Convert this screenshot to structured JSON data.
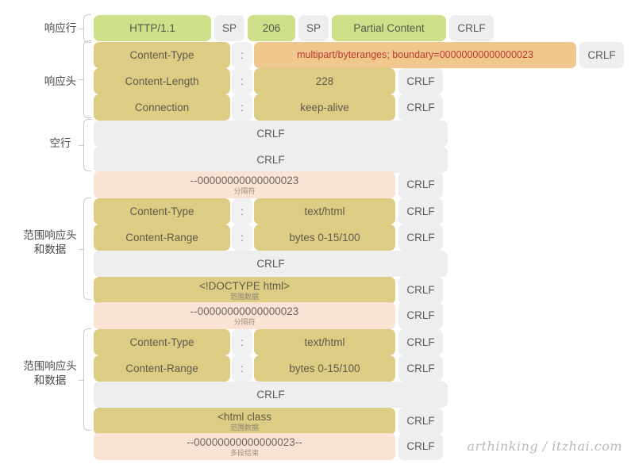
{
  "diagram": {
    "title": "HTTP 206 Partial Content multipart/byteranges response structure",
    "watermark": "arthinking / itzhai.com",
    "colors": {
      "green": "#cfe08a",
      "khaki": "#ddcd84",
      "gray": "#eeeeee",
      "peach": "#fae3d4",
      "orange_highlight": "#f0c88f",
      "highlight_text": "#c0392b",
      "bracket": "#c9c9c9"
    },
    "groups": [
      {
        "id": "response-line",
        "label": "响应行"
      },
      {
        "id": "response-headers",
        "label": "响应头"
      },
      {
        "id": "blank-line",
        "label": "空行"
      },
      {
        "id": "range-part-1",
        "label": "范围响应头\n和数据"
      },
      {
        "id": "range-part-2",
        "label": "范围响应头\n和数据"
      }
    ],
    "group_labels": {
      "response_line": "响应行",
      "response_headers": "响应头",
      "blank_line": "空行",
      "range_block_line1": "范围响应头",
      "range_block_line2": "和数据"
    },
    "tokens": {
      "sp": "SP",
      "crlf": "CRLF",
      "colon": ":"
    },
    "sublabels": {
      "separator": "分隔符",
      "range_data": "范围数据",
      "multipart_end": "多段结束"
    },
    "rows": {
      "status_line": {
        "protocol": "HTTP/1.1",
        "sp1": "SP",
        "status_code": "206",
        "sp2": "SP",
        "reason_phrase": "Partial Content",
        "crlf": "CRLF"
      },
      "header_content_type": {
        "name": "Content-Type",
        "colon": ":",
        "value": "multipart/byteranges; boundary=00000000000000023",
        "crlf": "CRLF"
      },
      "header_content_length": {
        "name": "Content-Length",
        "colon": ":",
        "value": "228",
        "crlf": "CRLF"
      },
      "header_connection": {
        "name": "Connection",
        "colon": ":",
        "value": "keep-alive",
        "crlf": "CRLF"
      },
      "blank_line_1": {
        "value": "CRLF"
      },
      "blank_line_2": {
        "value": "CRLF"
      },
      "boundary_1": {
        "value": "--00000000000000023",
        "sub": "分隔符",
        "crlf": "CRLF"
      },
      "part1_content_type": {
        "name": "Content-Type",
        "colon": ":",
        "value": "text/html",
        "crlf": "CRLF"
      },
      "part1_content_range": {
        "name": "Content-Range",
        "colon": ":",
        "value": "bytes 0-15/100",
        "crlf": "CRLF"
      },
      "part1_blank": {
        "value": "CRLF"
      },
      "part1_data": {
        "value": "<!DOCTYPE html>",
        "sub": "范围数据",
        "crlf": "CRLF"
      },
      "boundary_2": {
        "value": "--00000000000000023",
        "sub": "分隔符",
        "crlf": "CRLF"
      },
      "part2_content_type": {
        "name": "Content-Type",
        "colon": ":",
        "value": "text/html",
        "crlf": "CRLF"
      },
      "part2_content_range": {
        "name": "Content-Range",
        "colon": ":",
        "value": "bytes 0-15/100",
        "crlf": "CRLF"
      },
      "part2_blank": {
        "value": "CRLF"
      },
      "part2_data": {
        "value": "<html class",
        "sub": "范围数据",
        "crlf": "CRLF"
      },
      "boundary_end": {
        "value": "--00000000000000023--",
        "sub": "多段结束",
        "crlf": "CRLF"
      }
    }
  }
}
